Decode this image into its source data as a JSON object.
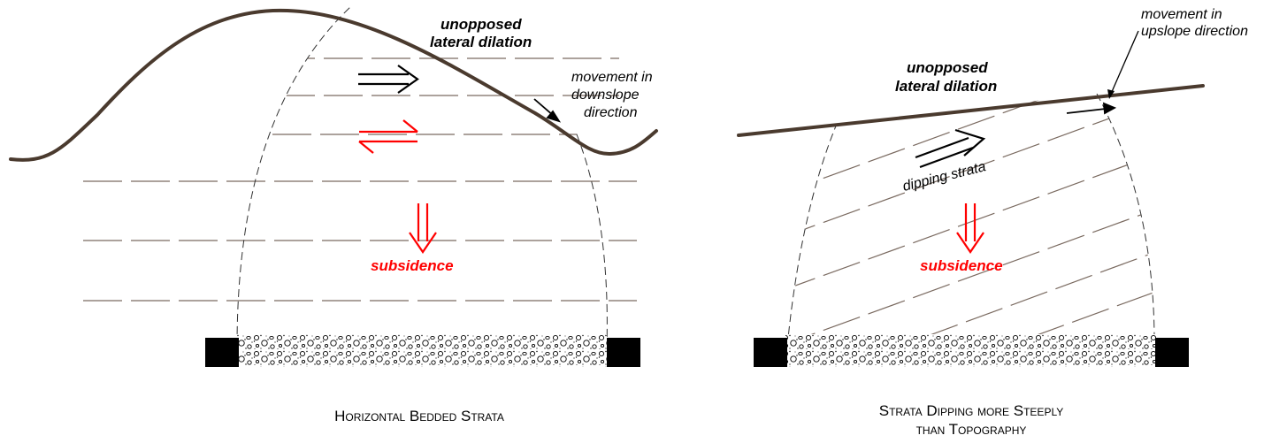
{
  "left_panel": {
    "dilation_label_1": "unopposed",
    "dilation_label_2": "lateral dilation",
    "movement_label_1": "movement in",
    "movement_label_2": "downslope",
    "movement_label_3": "direction",
    "subsidence_label": "subsidence",
    "caption_1": "Horizontal Bedded Strata"
  },
  "right_panel": {
    "dilation_label_1": "unopposed",
    "dilation_label_2": "lateral dilation",
    "movement_label_1": "movement in",
    "movement_label_2": "upslope direction",
    "dipping_label": "dipping strata",
    "subsidence_label": "subsidence",
    "caption_1": "Strata Dipping more Steeply",
    "caption_2": "than Topography"
  },
  "colors": {
    "ground_line": "#4a3a2e",
    "subsidence": "#ff0000",
    "strata": "#7a6a60"
  }
}
